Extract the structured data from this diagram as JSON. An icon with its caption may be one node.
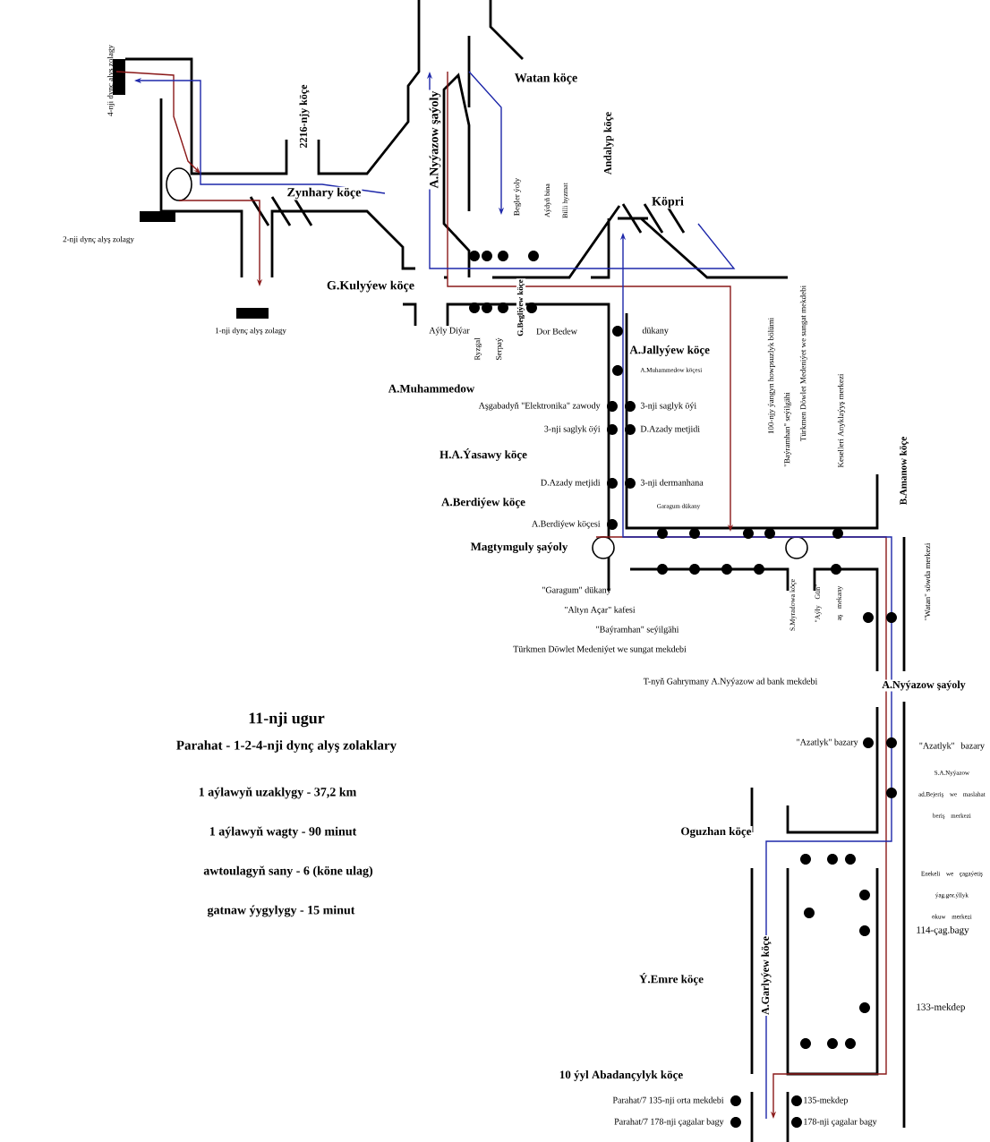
{
  "diagram": {
    "title": "11-nji ugur",
    "labels": [
      "4-nji dynç alyş zolagy",
      "2-nji dynç alyş zolagy",
      "1-nji dynç alyş zolagy",
      "2216-njy köçe",
      "Zynhary köçe",
      "A.Nyýazow şaýoly",
      "Watan köçe",
      "G.Kulyýew köçe",
      "Andalyp köçe",
      "Köpri",
      "Begler ýoly",
      "Aýdyň bina",
      "Billi hyzmat",
      "Aýly Diýar",
      "Ryzgal Serpaý",
      "G.Begliýew köçe",
      "Dor Bedew",
      "dükany",
      "A.Jallyýew köçe",
      "A.Muhammedow köçesi",
      "A.Muhammedow",
      "Aşgabadyň \"Elektronika\" zawody",
      "3-nji saglyk öýi",
      "3-nji saglyk öýi",
      "D.Azady metjidi",
      "H.A.Ýasawy köçe",
      "D.Azady metjidi",
      "3-nji dermanhana",
      "Garagum dükany",
      "A.Berdiýew köçe",
      "A.Berdiýew köçesi",
      "100-njy ýangyn howpsuzlyk bölümi",
      "\"Baýramhan\" seýilgähi",
      "Türkmen Döwlet Medeniýet we sungat mekdebi",
      "Keselleri Anyklaýyş merkezi",
      "B.Amanow köçe",
      "Magtymguly şaýoly",
      "\"Garagum\" dükany",
      "\"Altyn Açar\" kafesi",
      "\"Baýramhan\" seýilgähi",
      "Türkmen Döwlet Medeniýet we sungat mekdebi",
      "S.Myradowa köçe",
      "\"Aýly Gün\" aş mekany",
      "\"Watan\" söwda merkezi",
      "T-nyň Gahrymany A.Nyýazow ad bank mekdebi",
      "A.Nyýazow şaýoly",
      "\"Azatlyk\" bazary",
      "\"Azatlyk\" bazary",
      "S.A.Nyýazow ad.Bejeriş we maslahat beriş merkezi",
      "Oguzhan köçe",
      "Enekeli we çagaýetiş ýag.gor.ýllyk okuw merkezi",
      "114-çag.bagy",
      "133-mekdep",
      "Ý.Emre köçe",
      "A.Garlyýew köçe",
      "10 ýyl Abadançylyk köçe",
      "Parahat/7 135-nji orta mekdebi",
      "Parahat/7 178-nji çagalar bagy",
      "135-mekdep",
      "178-nji çagalar bagy",
      "Parahat - 1-2-4-nji dynç alyş zolaklary",
      "1 aýlawyň uzaklygy - 37,2 km",
      "1 aýlawyň wagty - 90 minut",
      "awtoulagyň sany - 6 (köne ulag)",
      "gatnaw ýygylygy - 15 minut"
    ]
  }
}
